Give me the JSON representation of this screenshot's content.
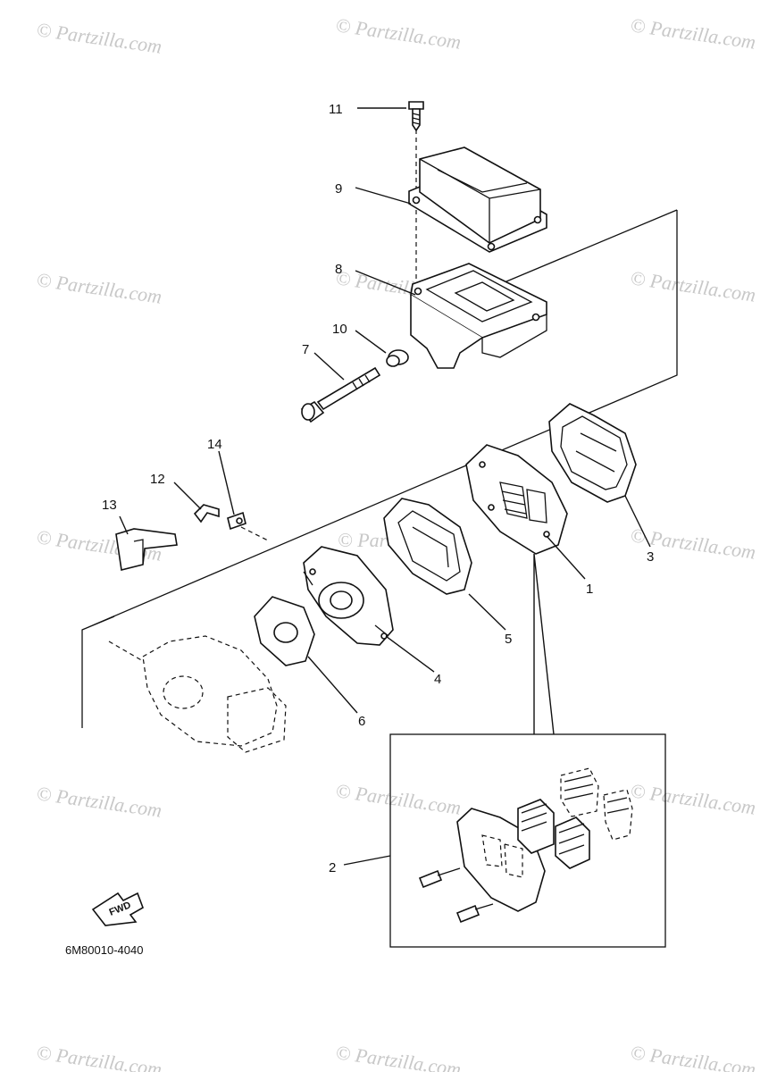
{
  "watermark": "© Partzilla.com",
  "callouts": [
    "1",
    "2",
    "3",
    "4",
    "5",
    "6",
    "7",
    "8",
    "9",
    "10",
    "11",
    "12",
    "13",
    "14"
  ],
  "fwd_label": "FWD",
  "diagram_code": "6M80010-4040"
}
